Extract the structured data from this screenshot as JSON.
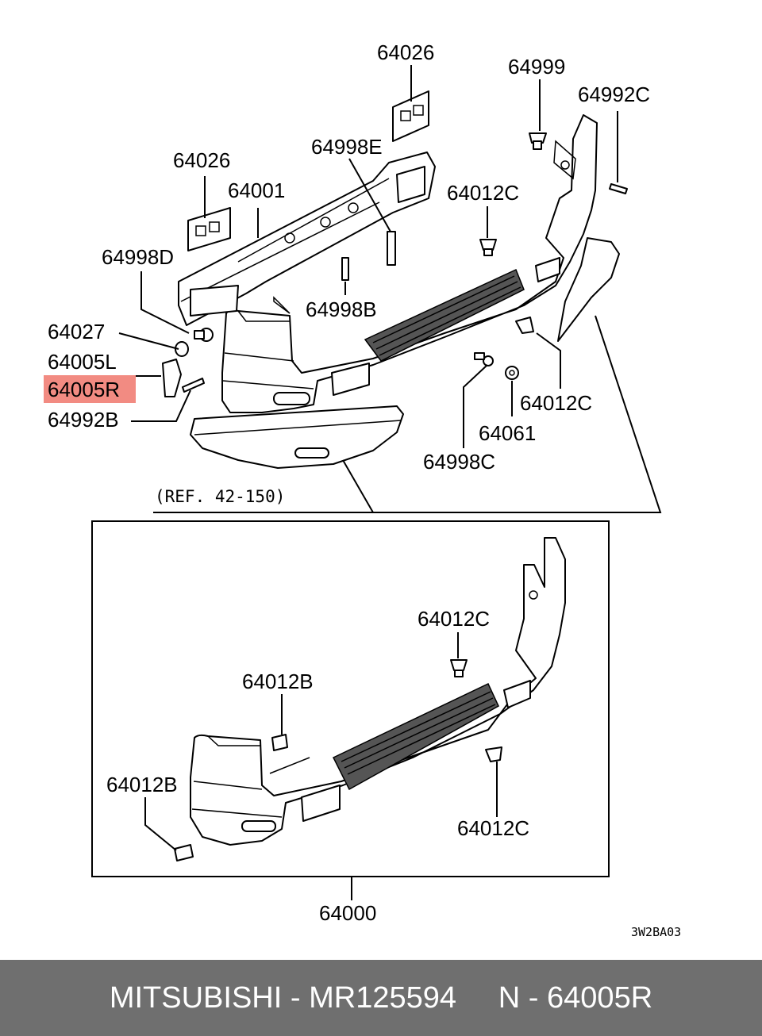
{
  "labels": {
    "p64026_top": "64026",
    "p64999": "64999",
    "p64992C": "64992C",
    "p64998E": "64998E",
    "p64026_left": "64026",
    "p64001": "64001",
    "p64012C_upper": "64012C",
    "p64998D": "64998D",
    "p64027": "64027",
    "p64998B": "64998B",
    "p64005L": "64005L",
    "p64005R": "64005R",
    "p64992B": "64992B",
    "p64012C_right": "64012C",
    "p64061": "64061",
    "p64998C": "64998C",
    "ref": "(REF. 42-150)",
    "p64012C_inset_top": "64012C",
    "p64012B_inset_mid": "64012B",
    "p64012B_inset_left": "64012B",
    "p64012C_inset_bottom": "64012C",
    "p64000": "64000",
    "code": "3W2BA03"
  },
  "highlight_color": "#f28b82",
  "footer": {
    "brand": "MITSUBISHI",
    "sep1": " - ",
    "part_number": "MR125594",
    "gap": "     ",
    "prefix": "N",
    "sep2": " - ",
    "ref_code": "64005R"
  }
}
